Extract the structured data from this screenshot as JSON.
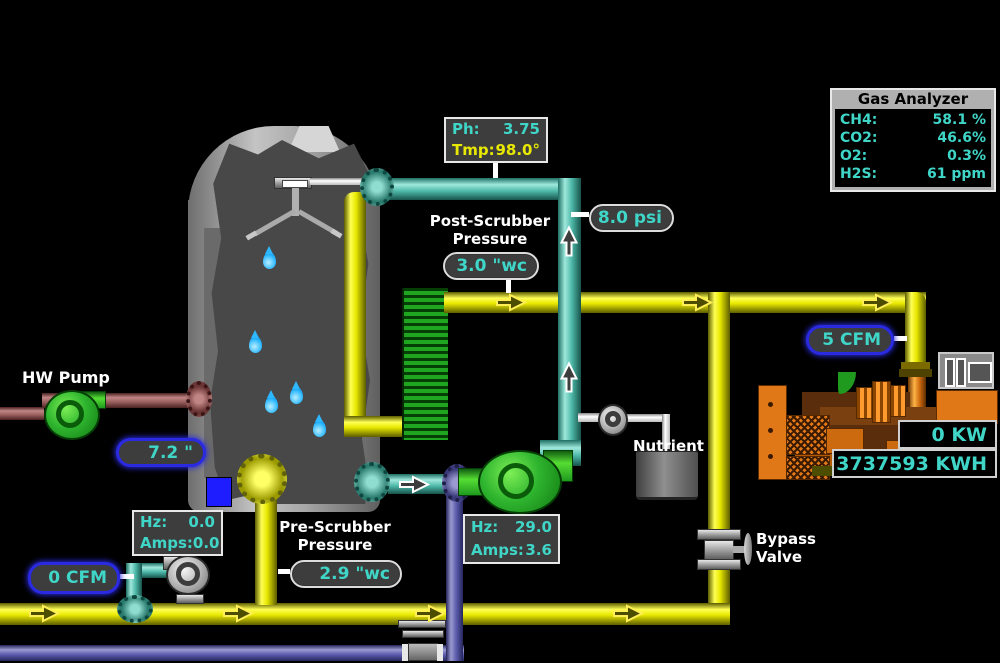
{
  "gas_analyzer": {
    "title": "Gas Analyzer",
    "rows": [
      {
        "label": "CH4:",
        "value": "58.1 %"
      },
      {
        "label": "CO2:",
        "value": "46.6%"
      },
      {
        "label": "O2:",
        "value": "0.3%"
      },
      {
        "label": "H2S:",
        "value": "61 ppm"
      }
    ]
  },
  "ph_panel": {
    "ph_label": "Ph:",
    "ph_value": "3.75",
    "tmp_label": "Tmp:",
    "tmp_value": "98.0°"
  },
  "post_scrubber": {
    "line1": "Post-Scrubber",
    "line2": "Pressure",
    "value": "3.0 \"wc"
  },
  "pre_scrubber": {
    "line1": "Pre-Scrubber",
    "line2": "Pressure",
    "value": "2.9 \"wc"
  },
  "gauges": {
    "psi": "8.0 psi",
    "hw_inches": "7.2 \"",
    "cfm_left": "0 CFM",
    "cfm_right": "5 CFM"
  },
  "blower_panel": {
    "hz_label": "Hz:",
    "hz_value": "0.0",
    "amps_label": "Amps:",
    "amps_value": "0.0"
  },
  "pump_panel": {
    "hz_label": "Hz:",
    "hz_value": "29.0",
    "amps_label": "Amps:",
    "amps_value": "3.6"
  },
  "labels": {
    "hw_pump": "HW Pump",
    "nutrient": "Nutrient",
    "bypass_line1": "Bypass",
    "bypass_line2": "Valve"
  },
  "generator": {
    "kw": "0 KW",
    "kwh": "3737593 KWH"
  },
  "colors": {
    "pipe_yellow": "#e8e800",
    "pipe_teal": "#4db8a8",
    "pipe_purple": "#5c5cae",
    "pipe_brown": "#9a5f5f",
    "pump_green": "#22aa22",
    "text_cyan": "#3fd6c8",
    "text_yellow": "#e8e800",
    "gauge_blue_border": "#2a2ae0"
  }
}
